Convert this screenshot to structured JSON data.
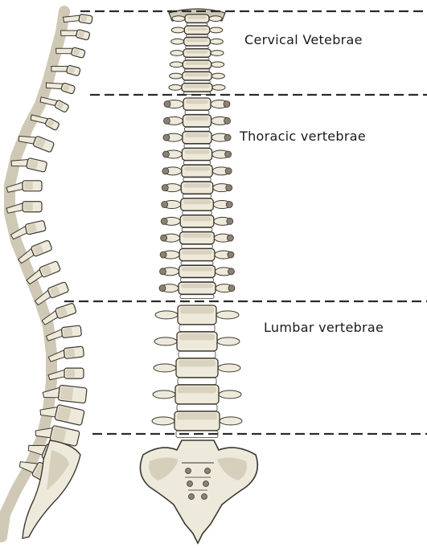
{
  "labels": {
    "cervical": "Cervical Vetebrae",
    "thoracic": "Thoracic vertebrae",
    "lumbar": "Lumbar vertebrae"
  },
  "colors": {
    "bone_fill": "#eeeadb",
    "bone_shade": "#cfc8b4",
    "bone_dark": "#8a8270",
    "outline": "#3c372e",
    "divider": "#2b2b2b",
    "text": "#1a1a1a"
  },
  "counts": {
    "cervical": 7,
    "thoracic": 12,
    "lumbar": 5
  }
}
